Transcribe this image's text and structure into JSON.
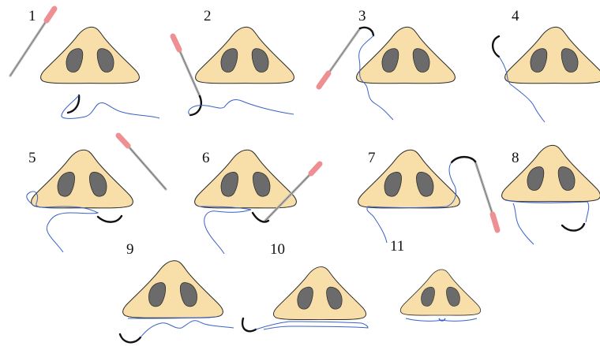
{
  "colors": {
    "skin": "#f8dea8",
    "skin_edge": "#2a2a2a",
    "nostril": "#6b6b6b",
    "suture": "#3a62c6",
    "needle": "#111111",
    "syringe_barrel": "#b5b5b5",
    "syringe_hub": "#ee8f92"
  },
  "steps": [
    {
      "label": "1"
    },
    {
      "label": "2"
    },
    {
      "label": "3"
    },
    {
      "label": "4"
    },
    {
      "label": "5"
    },
    {
      "label": "6"
    },
    {
      "label": "7"
    },
    {
      "label": "8"
    },
    {
      "label": "9"
    },
    {
      "label": "10"
    },
    {
      "label": "11"
    }
  ]
}
